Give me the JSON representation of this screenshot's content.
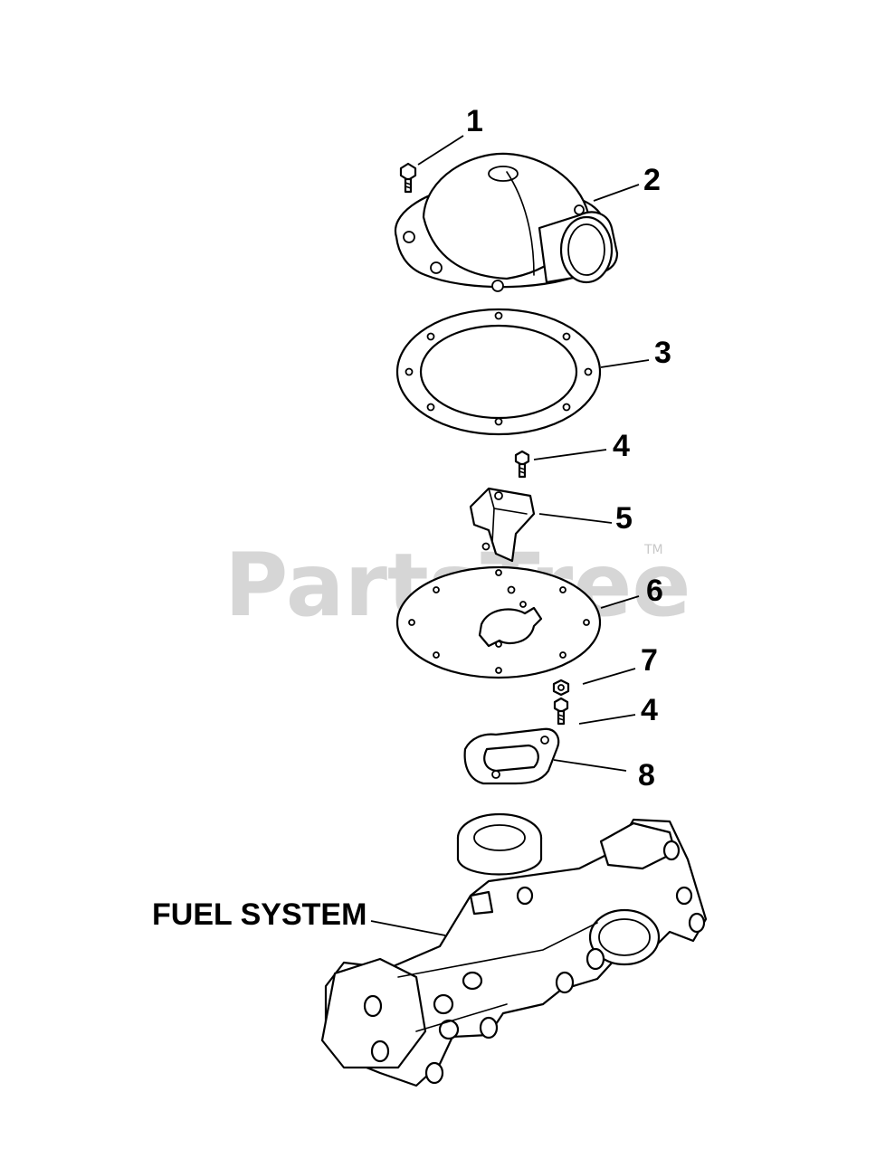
{
  "watermark": {
    "text": "PartsTree",
    "trademark": "TM"
  },
  "callouts": [
    {
      "id": "callout-1",
      "label": "1"
    },
    {
      "id": "callout-2",
      "label": "2"
    },
    {
      "id": "callout-3",
      "label": "3"
    },
    {
      "id": "callout-4-top",
      "label": "4"
    },
    {
      "id": "callout-5",
      "label": "5"
    },
    {
      "id": "callout-6",
      "label": "6"
    },
    {
      "id": "callout-7",
      "label": "7"
    },
    {
      "id": "callout-4-bottom",
      "label": "4"
    },
    {
      "id": "callout-8",
      "label": "8"
    }
  ],
  "assembly_label": "FUEL SYSTEM"
}
